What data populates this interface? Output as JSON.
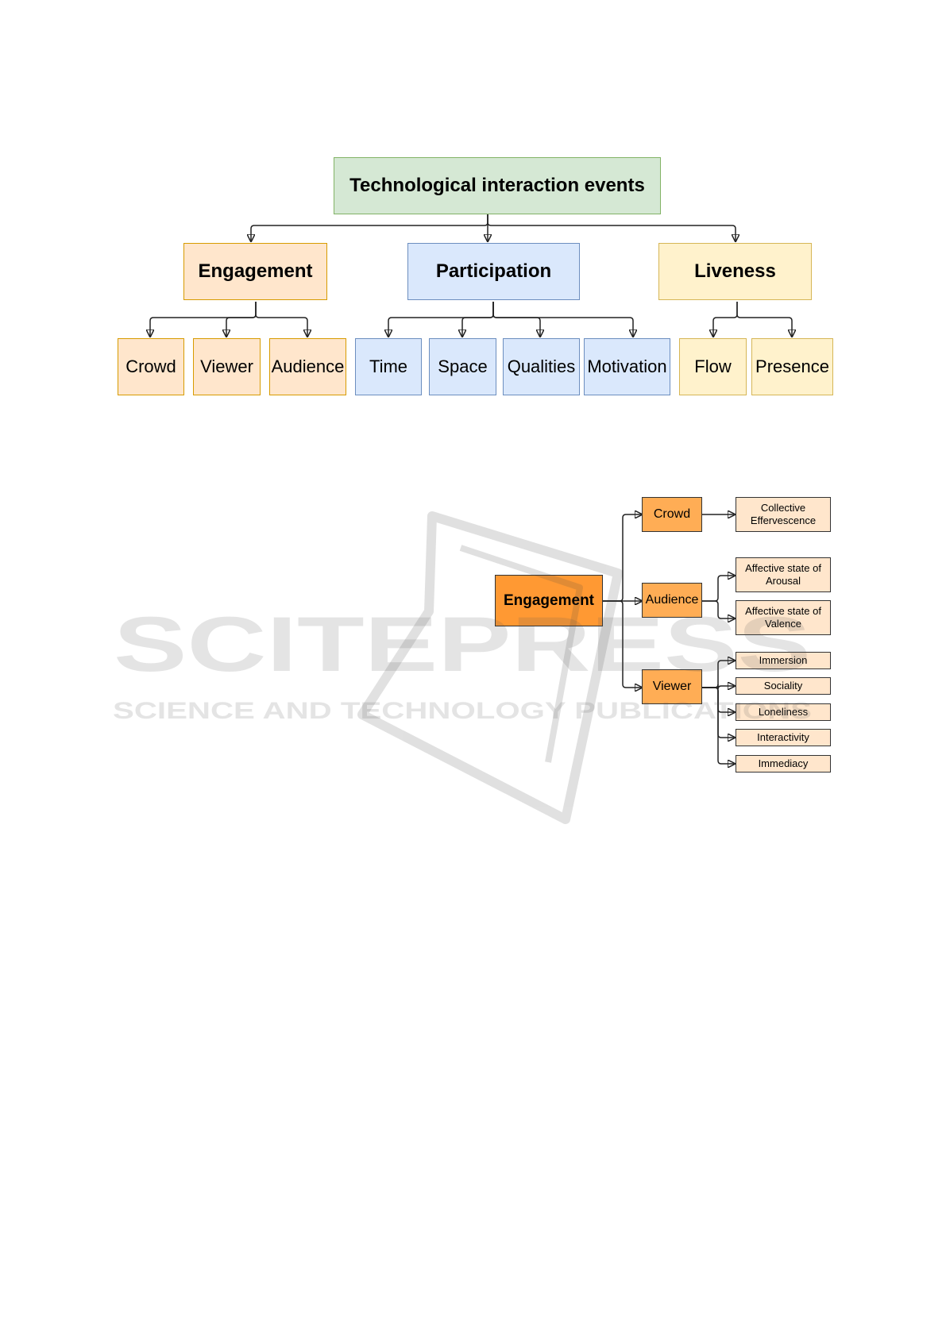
{
  "diagram1": {
    "root": "Technological interaction events",
    "engagement": "Engagement",
    "participation": "Participation",
    "liveness": "Liveness",
    "crowd": "Crowd",
    "viewer": "Viewer",
    "audience": "Audience",
    "time": "Time",
    "space": "Space",
    "qualities": "Qualities",
    "motivation": "Motivation",
    "flow": "Flow",
    "presence": "Presence"
  },
  "diagram2": {
    "root": "Engagement",
    "crowd": "Crowd",
    "audience": "Audience",
    "viewer": "Viewer",
    "collective_line1": "Collective",
    "collective_line2": "Effervescence",
    "arousal_line1": "Affective state of",
    "arousal_line2": "Arousal",
    "valence_line1": "Affective state of",
    "valence_line2": "Valence",
    "immersion": "Immersion",
    "sociality": "Sociality",
    "loneliness": "Loneliness",
    "interactivity": "Interactivity",
    "immediacy": "Immediacy"
  },
  "watermark": {
    "title": "SCITEPRESS",
    "subtitle": "SCIENCE AND TECHNOLOGY PUBLICATIONS"
  },
  "colors": {
    "green_fill": "#d5e8d4",
    "orange_fill": "#ffe6cc",
    "blue_fill": "#dae8fc",
    "yellow_fill": "#fff2cc",
    "engagement_dark": "#ff9933",
    "engagement_mid": "#ffad55"
  }
}
